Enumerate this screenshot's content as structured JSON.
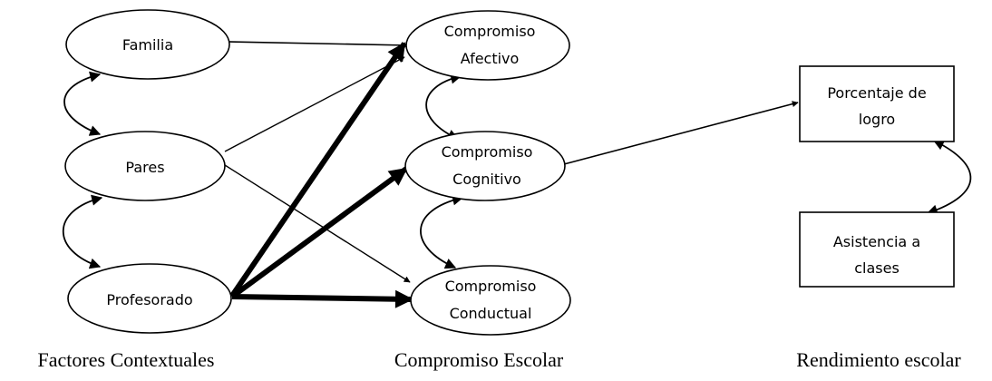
{
  "nodes": {
    "familia": {
      "label": "Familia"
    },
    "pares": {
      "label": "Pares"
    },
    "profesorado": {
      "label": "Profesorado"
    },
    "compromiso_afectivo": {
      "line1": "Compromiso",
      "line2": "Afectivo"
    },
    "compromiso_cognitivo": {
      "line1": "Compromiso",
      "line2": "Cognitivo"
    },
    "compromiso_conductual": {
      "line1": "Compromiso",
      "line2": "Conductual"
    },
    "porcentaje_logro": {
      "line1": "Porcentaje de",
      "line2": "logro"
    },
    "asistencia_clases": {
      "line1": "Asistencia a",
      "line2": "clases"
    }
  },
  "groups": {
    "factores": "Factores Contextuales",
    "compromiso": "Compromiso Escolar",
    "rendimiento": "Rendimiento escolar"
  },
  "colors": {
    "stroke": "#000000",
    "background": "#ffffff"
  }
}
